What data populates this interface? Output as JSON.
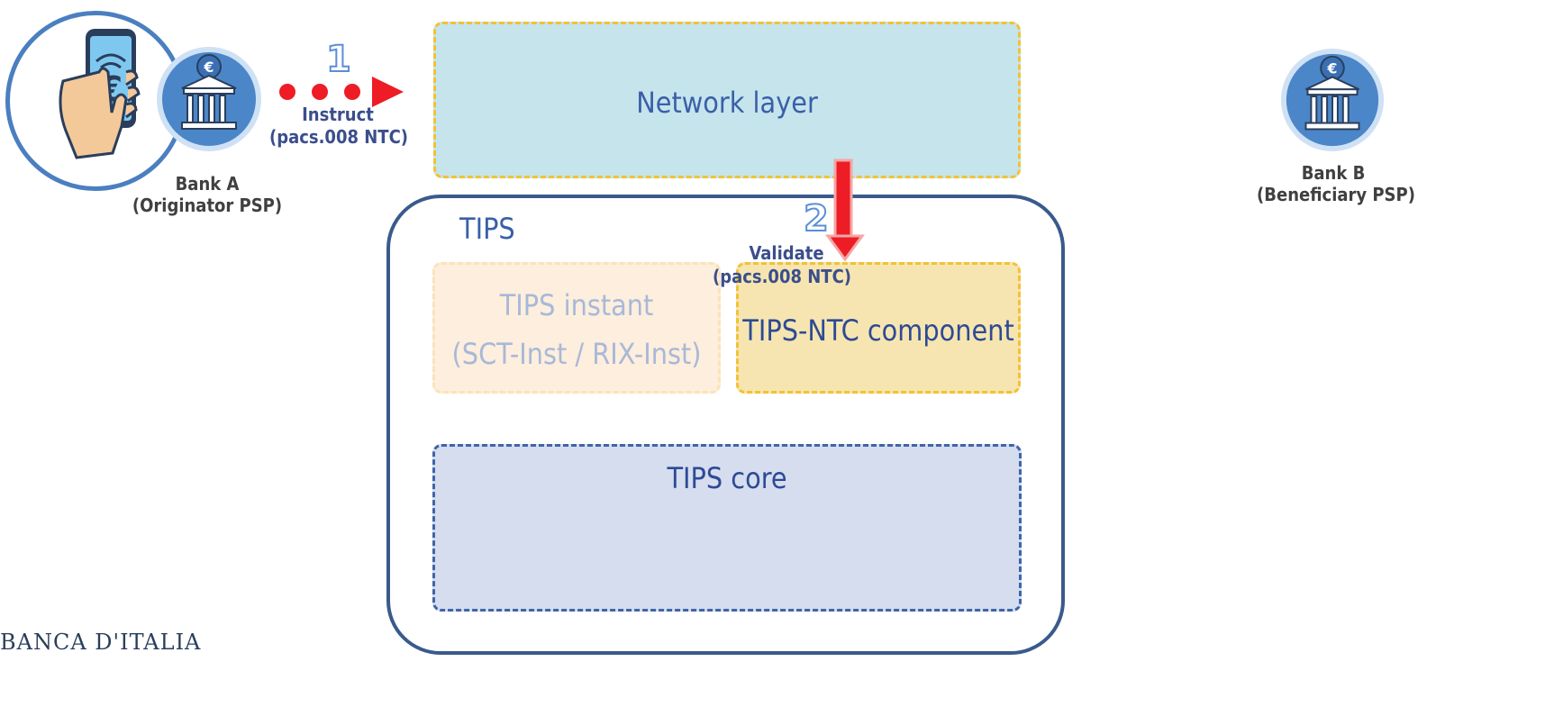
{
  "bank_a": {
    "name": "Bank A",
    "role": "(Originator PSP)"
  },
  "bank_b": {
    "name": "Bank B",
    "role": "(Beneficiary PSP)"
  },
  "step1": {
    "number": "1",
    "action": "Instruct",
    "message": "(pacs.008 NTC)"
  },
  "step2": {
    "number": "2",
    "action": "Validate",
    "message": "(pacs.008 NTC)"
  },
  "network_layer": {
    "label": "Network layer"
  },
  "tips": {
    "title": "TIPS",
    "instant": {
      "line1": "TIPS instant",
      "line2": "(SCT-Inst / RIX-Inst)"
    },
    "ntc": {
      "label": "TIPS-NTC component"
    },
    "core": {
      "label": "TIPS core"
    }
  },
  "footer": {
    "logo_text": "BANCA D'ITALIA"
  },
  "colors": {
    "network_fill": "#c5e4ec",
    "dash_yellow": "#f2c233",
    "tips_border": "#3a5a8c",
    "ntc_fill": "#f6e5b1",
    "instant_fill": "#fdeedd",
    "core_fill": "#d5ddef",
    "core_border": "#3f65a8",
    "arrow_red": "#ee1c25",
    "label_blue": "#3b4e8c"
  },
  "icons": [
    "smartphone-euro-icon",
    "bank-building-euro-icon"
  ]
}
